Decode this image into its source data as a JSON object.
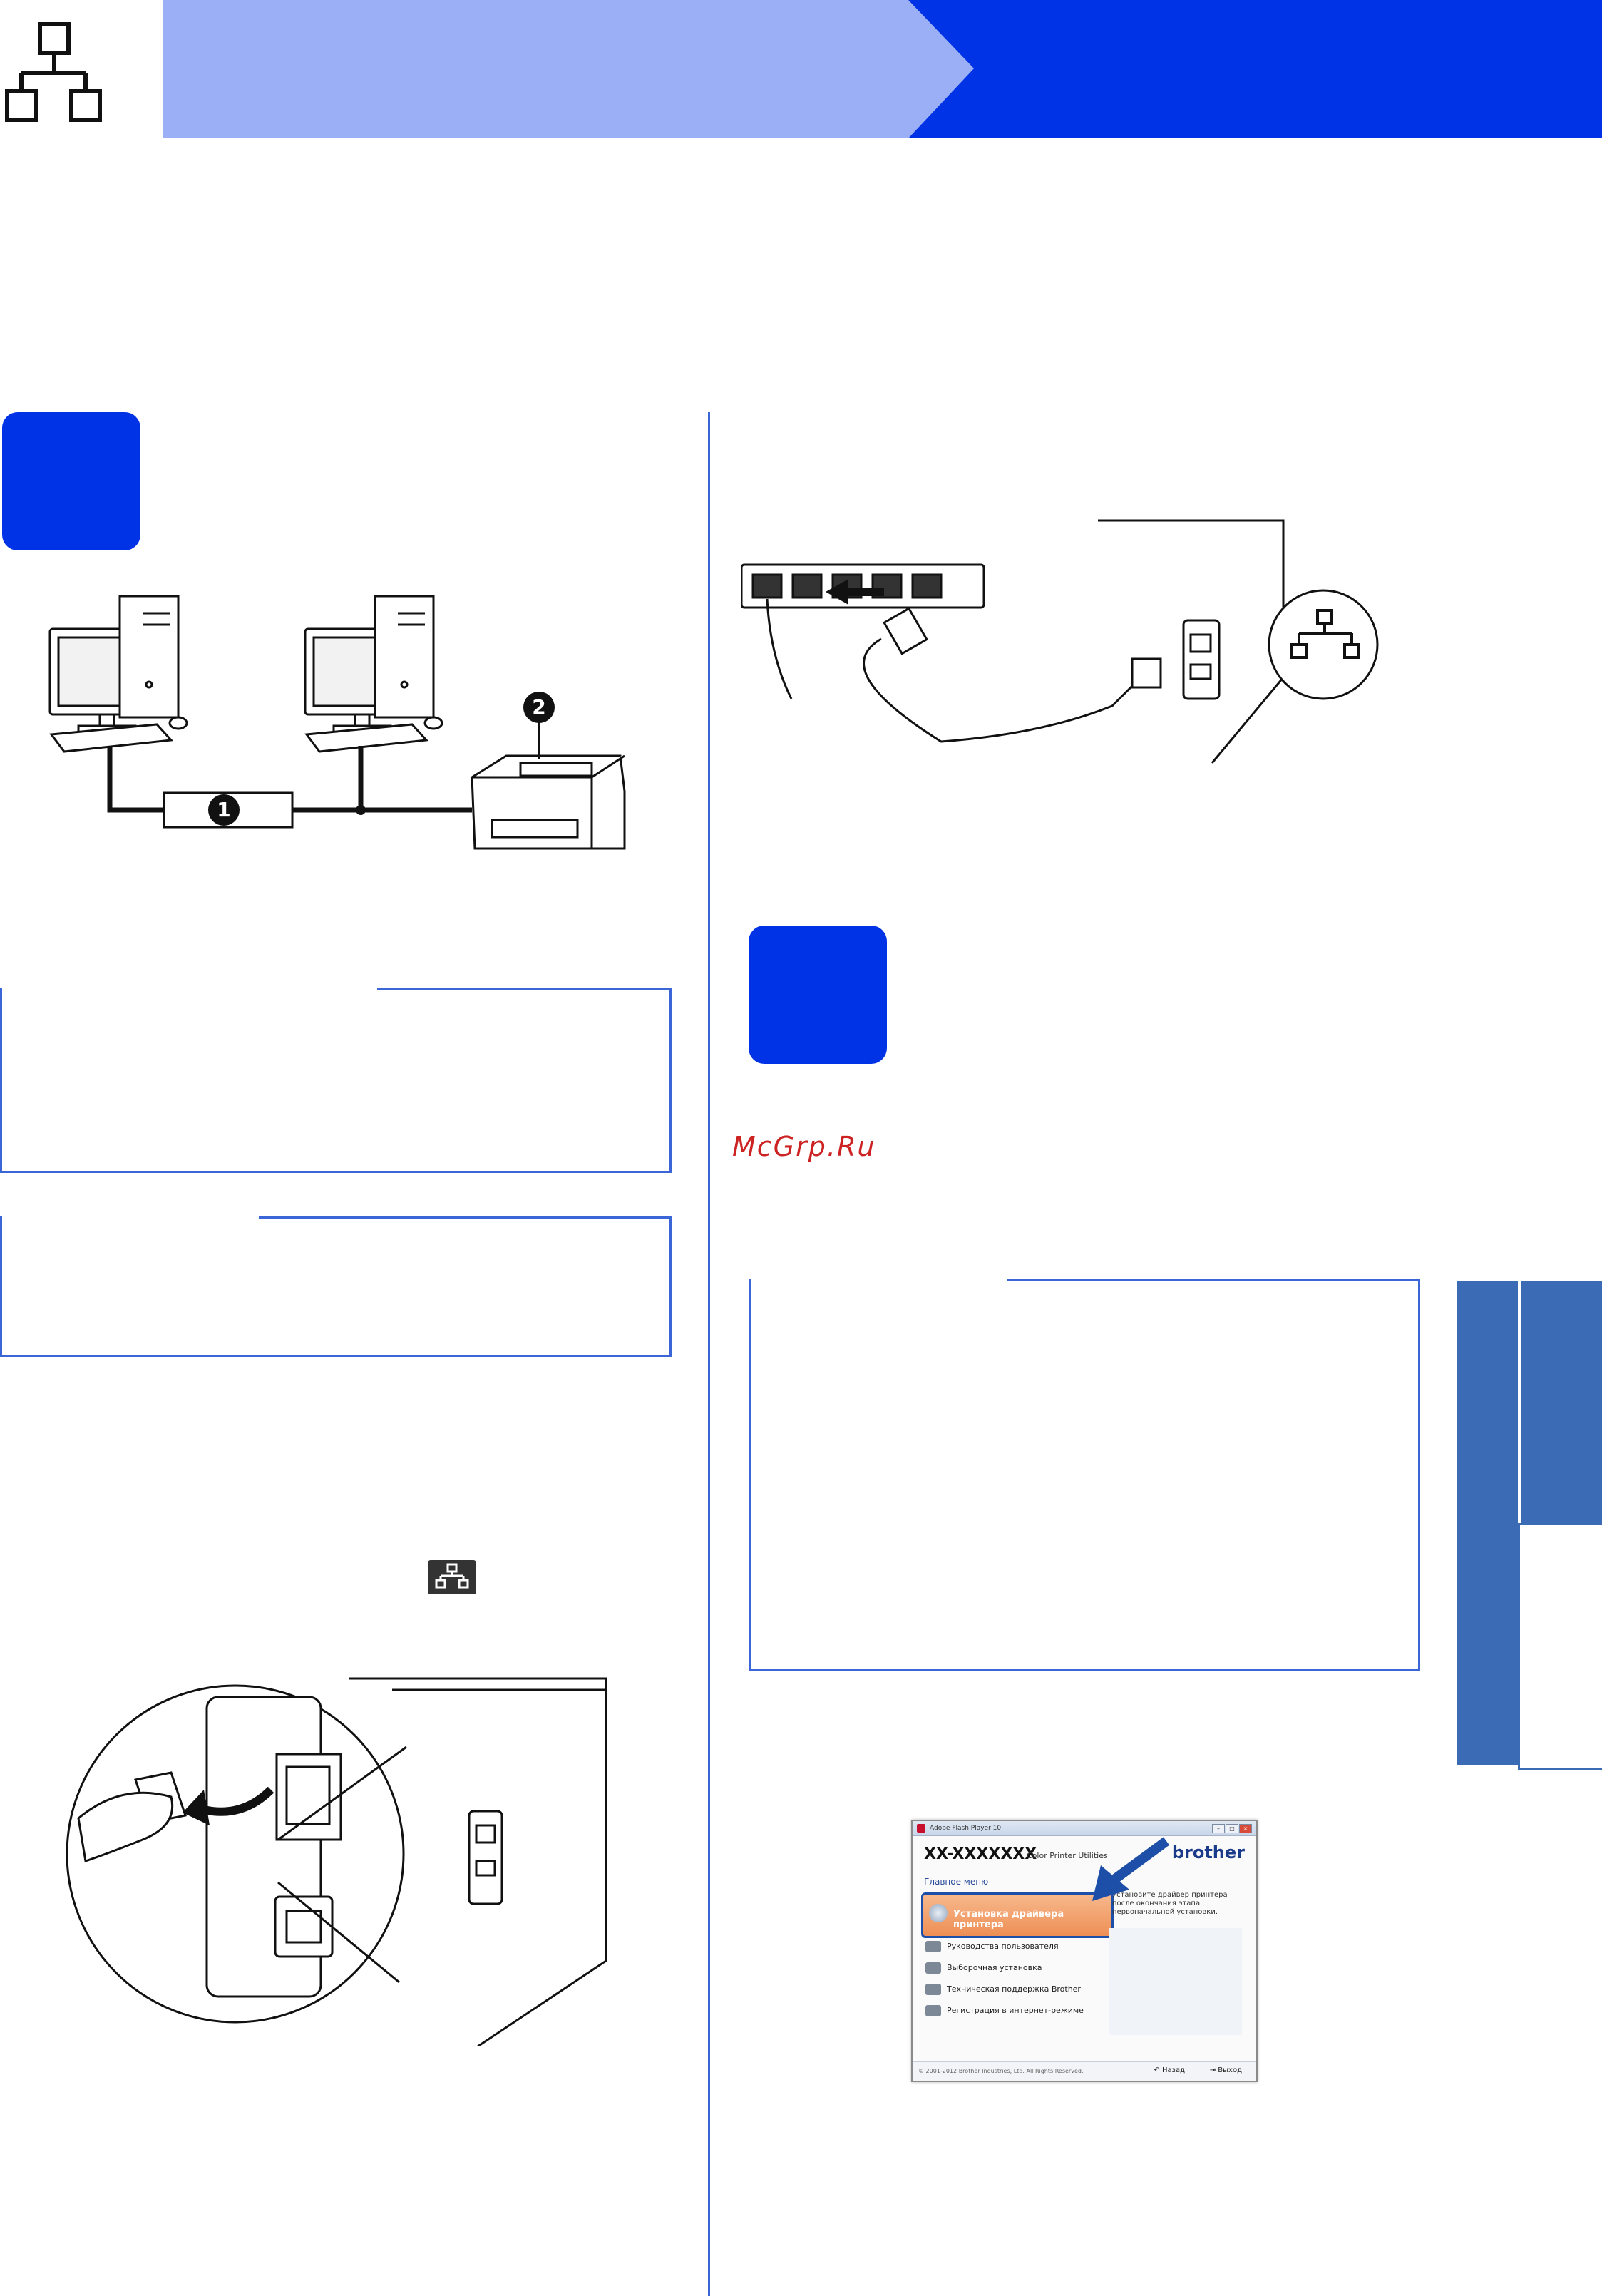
{
  "header": {
    "color_light": "#9aaff5",
    "color_dark": "#0032e6",
    "icon": "wired-network-icon"
  },
  "watermark": "McGrp.Ru",
  "callouts": [
    "1",
    "2"
  ],
  "installer_screenshot": {
    "window_title": "Adobe Flash Player 10",
    "model": "XX-XXXXXXX",
    "subtitle": "Color Printer Utilities",
    "brand": "brother",
    "menu_title": "Главное меню",
    "menu_items": [
      "Установка драйвера принтера",
      "Руководства пользователя",
      "Выборочная установка",
      "Техническая поддержка Brother",
      "Регистрация в интернет-режиме"
    ],
    "description": "Установите драйвер принтера после окончания этапа первоначальной установки.",
    "copyright": "© 2001-2012 Brother Industries, Ltd. All Rights Reserved.",
    "back_label": "Назад",
    "exit_label": "Выход"
  }
}
